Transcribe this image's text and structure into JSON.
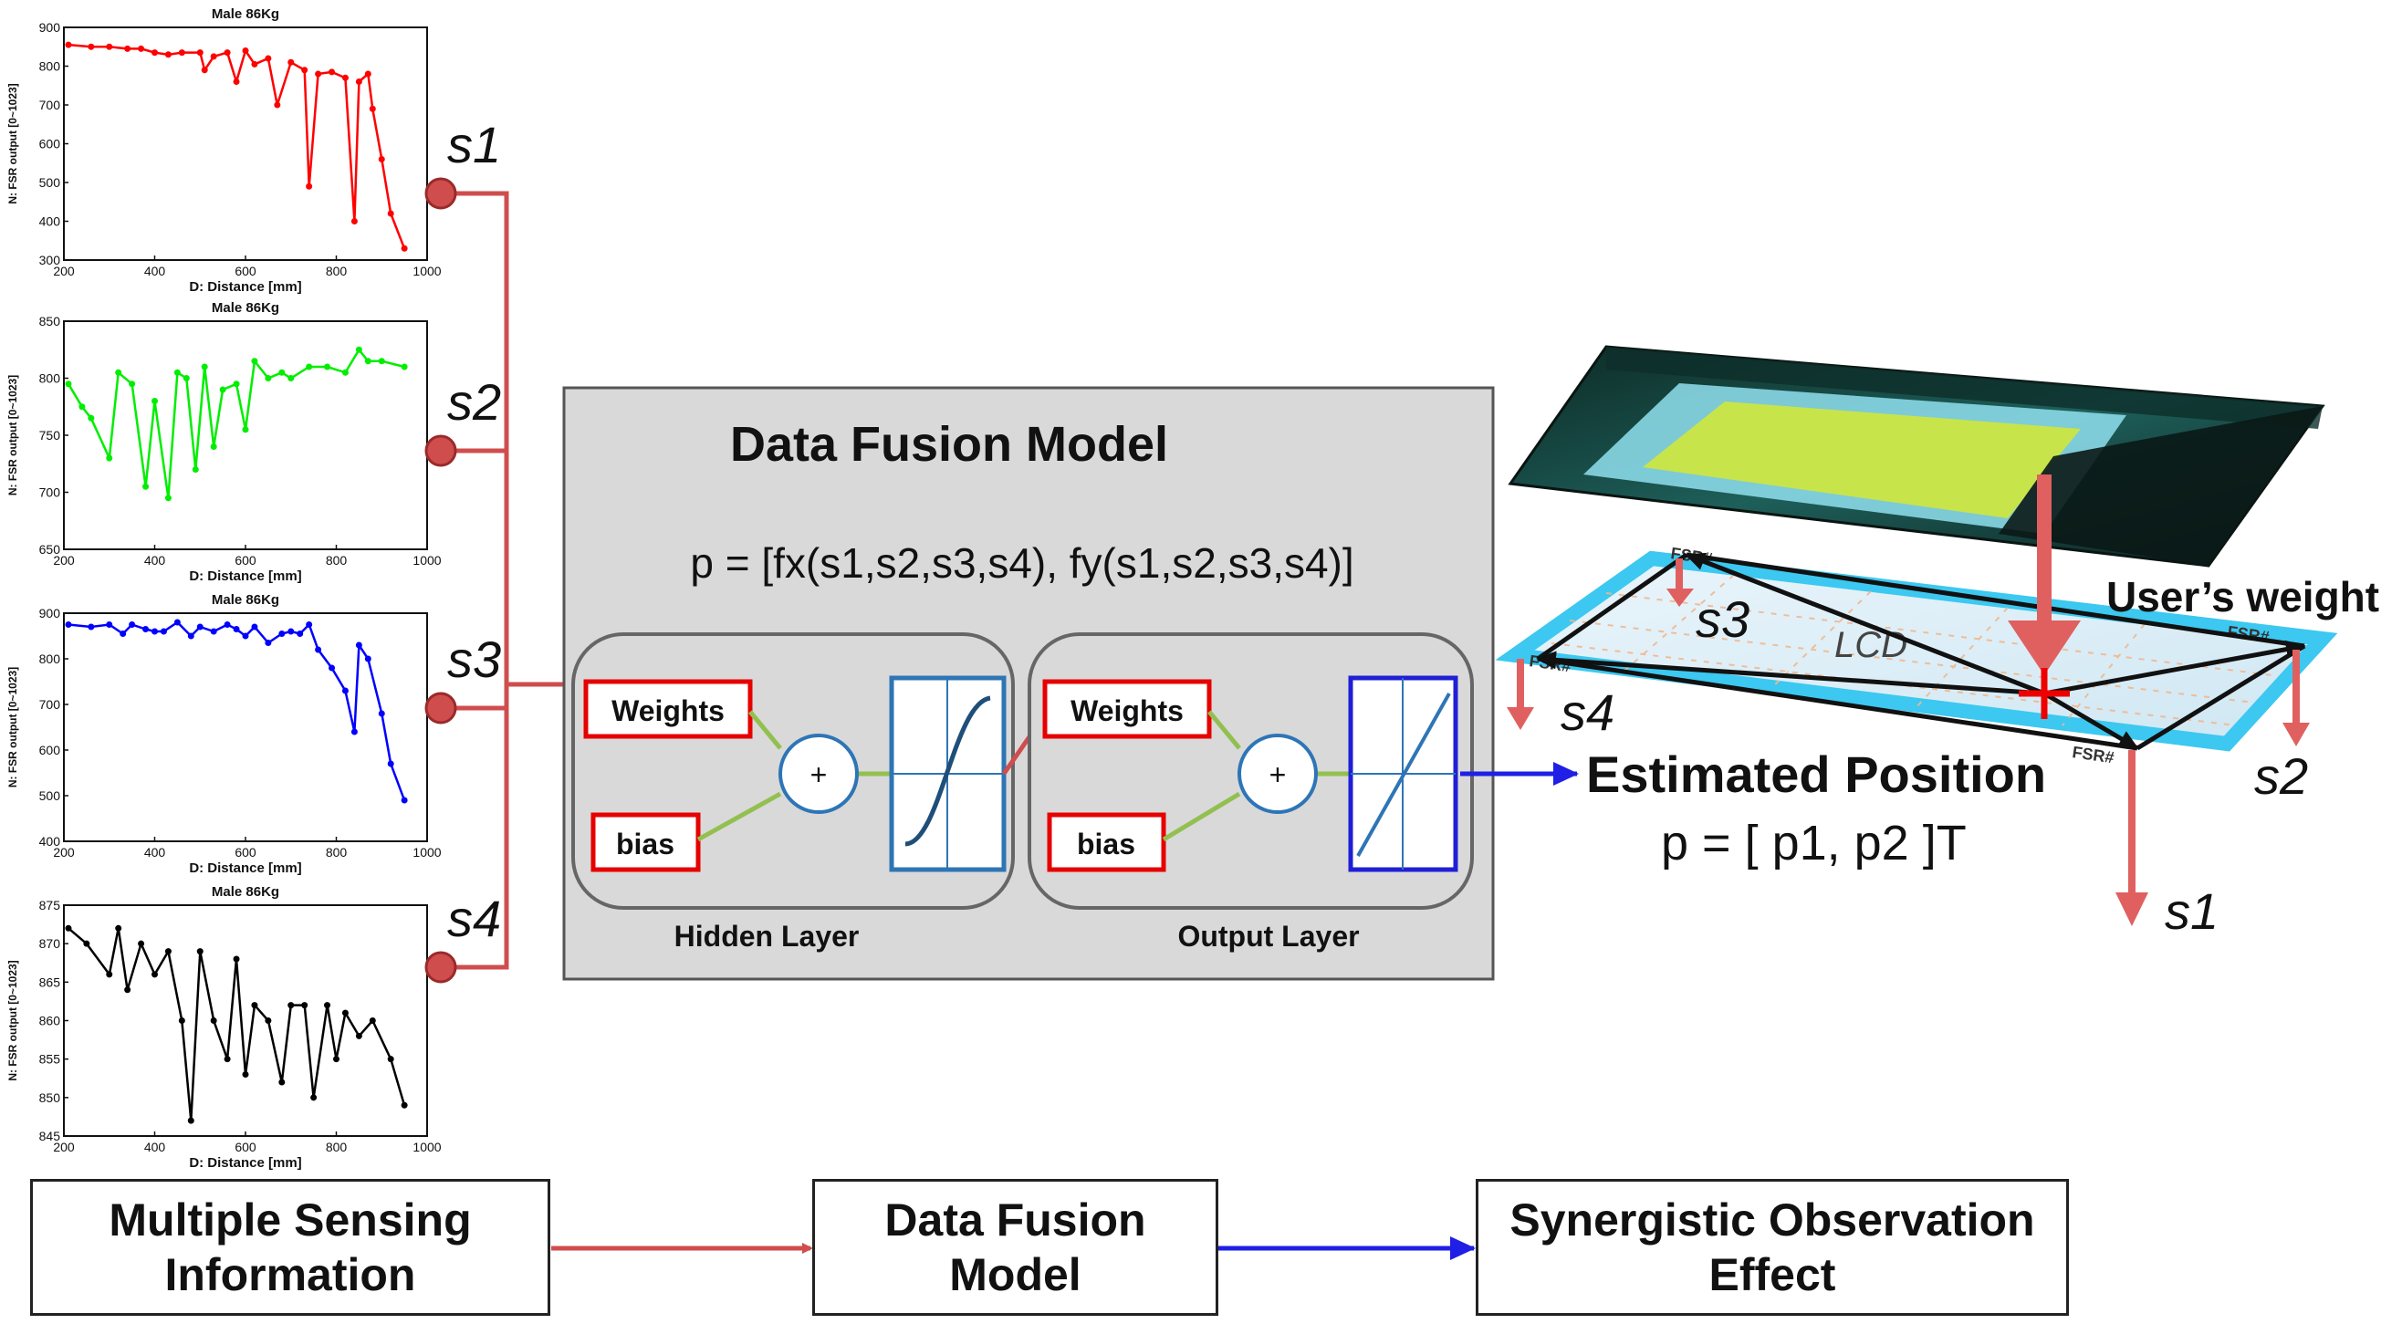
{
  "sensor_charts": [
    {
      "title": "Male 86Kg",
      "xlabel": "D: Distance [mm]",
      "ylabel": "N: FSR output [0~1023]",
      "color": "#ff0000",
      "xlim": [
        200,
        1000
      ],
      "ylim": [
        300,
        900
      ],
      "xticks": [
        200,
        400,
        600,
        800,
        1000
      ],
      "yticks": [
        300,
        400,
        500,
        600,
        700,
        800,
        900
      ],
      "x": [
        210,
        260,
        300,
        340,
        370,
        400,
        430,
        460,
        500,
        510,
        530,
        560,
        580,
        600,
        620,
        650,
        670,
        700,
        730,
        740,
        760,
        790,
        820,
        840,
        850,
        870,
        880,
        900,
        920,
        950
      ],
      "y": [
        855,
        850,
        850,
        845,
        845,
        835,
        830,
        835,
        835,
        790,
        825,
        835,
        760,
        840,
        805,
        820,
        700,
        810,
        790,
        490,
        780,
        785,
        770,
        400,
        760,
        780,
        690,
        560,
        420,
        330
      ]
    },
    {
      "title": "Male 86Kg",
      "xlabel": "D: Distance [mm]",
      "ylabel": "N: FSR output [0~1023]",
      "color": "#00ee00",
      "xlim": [
        200,
        1000
      ],
      "ylim": [
        650,
        850
      ],
      "xticks": [
        200,
        400,
        600,
        800,
        1000
      ],
      "yticks": [
        650,
        700,
        750,
        800,
        850
      ],
      "x": [
        210,
        240,
        260,
        300,
        320,
        350,
        380,
        400,
        430,
        450,
        470,
        490,
        510,
        530,
        550,
        580,
        600,
        620,
        650,
        680,
        700,
        740,
        780,
        820,
        850,
        870,
        900,
        950
      ],
      "y": [
        795,
        775,
        765,
        730,
        805,
        795,
        705,
        780,
        695,
        805,
        800,
        720,
        810,
        740,
        790,
        795,
        755,
        815,
        800,
        805,
        800,
        810,
        810,
        805,
        825,
        815,
        815,
        810
      ]
    },
    {
      "title": "Male 86Kg",
      "xlabel": "D: Distance [mm]",
      "ylabel": "N: FSR output [0~1023]",
      "color": "#0000ff",
      "xlim": [
        200,
        1000
      ],
      "ylim": [
        400,
        900
      ],
      "xticks": [
        200,
        400,
        600,
        800,
        1000
      ],
      "yticks": [
        400,
        500,
        600,
        700,
        800,
        900
      ],
      "x": [
        210,
        260,
        300,
        330,
        350,
        380,
        400,
        420,
        450,
        480,
        500,
        530,
        560,
        580,
        600,
        620,
        650,
        680,
        700,
        720,
        740,
        760,
        790,
        820,
        840,
        850,
        870,
        900,
        920,
        950
      ],
      "y": [
        875,
        870,
        875,
        855,
        875,
        865,
        860,
        860,
        880,
        850,
        870,
        860,
        875,
        865,
        850,
        870,
        835,
        855,
        860,
        855,
        875,
        820,
        780,
        730,
        640,
        830,
        800,
        680,
        570,
        490
      ]
    },
    {
      "title": "Male 86Kg",
      "xlabel": "D: Distance [mm]",
      "ylabel": "N: FSR output [0~1023]",
      "color": "#000000",
      "xlim": [
        200,
        1000
      ],
      "ylim": [
        845,
        875
      ],
      "xticks": [
        200,
        400,
        600,
        800,
        1000
      ],
      "yticks": [
        845,
        850,
        855,
        860,
        865,
        870,
        875
      ],
      "x": [
        210,
        250,
        300,
        320,
        340,
        370,
        400,
        430,
        460,
        480,
        500,
        530,
        560,
        580,
        600,
        620,
        650,
        680,
        700,
        730,
        750,
        780,
        800,
        820,
        850,
        880,
        920,
        950
      ],
      "y": [
        872,
        870,
        866,
        872,
        864,
        870,
        866,
        869,
        860,
        847,
        869,
        860,
        855,
        868,
        853,
        862,
        860,
        852,
        862,
        862,
        850,
        862,
        855,
        861,
        858,
        860,
        855,
        849
      ]
    }
  ],
  "sensor_labels": [
    "s1",
    "s2",
    "s3",
    "s4"
  ],
  "model_box": {
    "title": "Data Fusion Model",
    "formula": "p = [fx(s1,s2,s3,s4),  fy(s1,s2,s3,s4)]"
  },
  "hidden_layer": {
    "weights": "Weights",
    "bias": "bias",
    "sum": "+",
    "caption": "Hidden Layer"
  },
  "output_layer": {
    "weights": "Weights",
    "bias": "bias",
    "sum": "+",
    "caption": "Output Layer"
  },
  "device": {
    "users_weight": "User’s weight",
    "lcd": "LCD",
    "sensor_tag": "FSR#",
    "estimated_position": "Estimated Position",
    "position_formula": "p = [ p1, p2 ]T",
    "sensor_labels": [
      "s1",
      "s2",
      "s3",
      "s4"
    ]
  },
  "flow": {
    "box1": "Multiple Sensing\nInformation",
    "box2": "Data Fusion\nModel",
    "box3": "Synergistic Observation\nEffect"
  },
  "colors": {
    "red_wire": "#d04d4d",
    "blue_arrow": "#1f1fe6",
    "panel_gray": "#d9d9d9",
    "red_box": "#e60000",
    "sigmoid_blue": "#2e75b6",
    "linear_blue": "#1f1fd6"
  }
}
